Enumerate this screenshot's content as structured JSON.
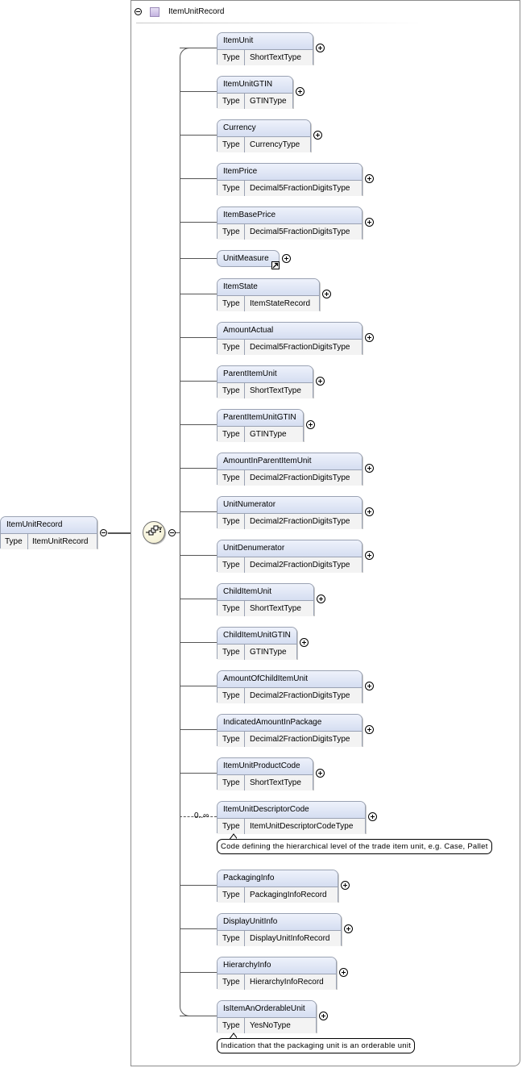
{
  "root": {
    "name": "ItemUnitRecord",
    "type_key": "Type",
    "type_value": "ItemUnitRecord"
  },
  "complex_type": {
    "name": "ItemUnitRecord"
  },
  "elements": [
    {
      "name": "ItemUnit",
      "type": "ShortTextType"
    },
    {
      "name": "ItemUnitGTIN",
      "type": "GTINType"
    },
    {
      "name": "Currency",
      "type": "CurrencyType"
    },
    {
      "name": "ItemPrice",
      "type": "Decimal5FractionDigitsType"
    },
    {
      "name": "ItemBasePrice",
      "type": "Decimal5FractionDigitsType"
    },
    {
      "name": "UnitMeasure",
      "type": null
    },
    {
      "name": "ItemState",
      "type": "ItemStateRecord"
    },
    {
      "name": "AmountActual",
      "type": "Decimal5FractionDigitsType"
    },
    {
      "name": "ParentItemUnit",
      "type": "ShortTextType"
    },
    {
      "name": "ParentItemUnitGTIN",
      "type": "GTINType"
    },
    {
      "name": "AmountInParentItemUnit",
      "type": "Decimal2FractionDigitsType"
    },
    {
      "name": "UnitNumerator",
      "type": "Decimal2FractionDigitsType"
    },
    {
      "name": "UnitDenumerator",
      "type": "Decimal2FractionDigitsType"
    },
    {
      "name": "ChildItemUnit",
      "type": "ShortTextType"
    },
    {
      "name": "ChildItemUnitGTIN",
      "type": "GTINType"
    },
    {
      "name": "AmountOfChildItemUnit",
      "type": "Decimal2FractionDigitsType"
    },
    {
      "name": "IndicatedAmountInPackage",
      "type": "Decimal2FractionDigitsType"
    },
    {
      "name": "ItemUnitProductCode",
      "type": "ShortTextType"
    },
    {
      "name": "ItemUnitDescriptorCode",
      "type": "ItemUnitDescriptorCodeType",
      "occurrence": "0..∞",
      "documentation": "Code defining the hierarchical level of the trade item unit, e.g. Case, Pallet"
    },
    {
      "name": "PackagingInfo",
      "type": "PackagingInfoRecord"
    },
    {
      "name": "DisplayUnitInfo",
      "type": "DisplayUnitInfoRecord"
    },
    {
      "name": "HierarchyInfo",
      "type": "HierarchyInfoRecord"
    },
    {
      "name": "IsItemAnOrderableUnit",
      "type": "YesNoType",
      "documentation": "Indication that the packaging unit is an orderable unit"
    }
  ],
  "type_key": "Type"
}
